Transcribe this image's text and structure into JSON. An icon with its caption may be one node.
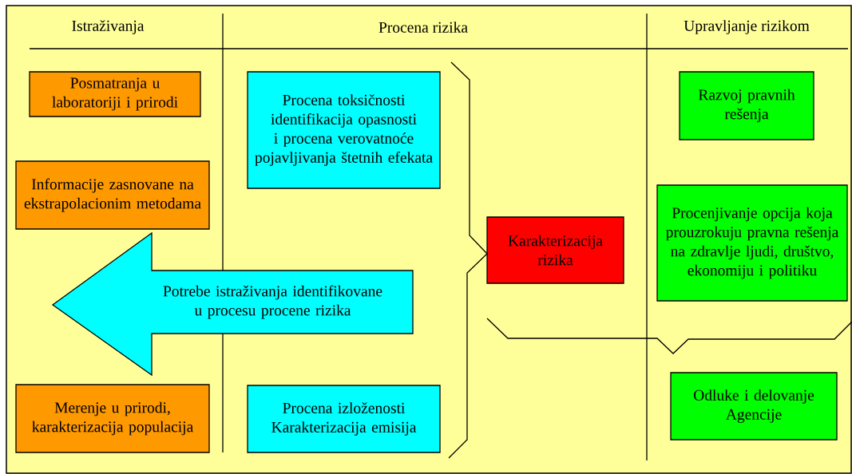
{
  "diagram": {
    "nodes": [
      {
        "text": [
          "Posmatranja u laboratoriji i prirodi"
        ]
      },
      {
        "text": [
          "Informacije zasnovane na ekstrapolacionim metodama"
        ]
      },
      {
        "text": [
          "Merenje u prirodi, karakterizacija populacija"
        ]
      },
      {
        "text": [
          "Procena toksičnosti identifikacija opasnosti i procena verovatnoće pojavljivanja štetnih efekata"
        ]
      },
      {
        "text": [
          "Procena izloženosti Karakterizacija emisija"
        ]
      },
      {
        "text": [
          "Karakterizacija rizika"
        ]
      },
      {
        "text": [
          "Razvoj pravnih rešenja"
        ]
      },
      {
        "text": [
          "Procenjivanje opcija koja prouzrokuju pravna rešenja na zdravlje ljudi, društvo, ekonomiju i politiku"
        ]
      },
      {
        "text": [
          "Odluke i delovanje Agencije"
        ]
      },
      {
        "text": [
          "Potrebe istraživanja identifikovane u procesu procene rizika"
        ]
      }
    ],
    "edges": [],
    "labels": [
      "Istraživanja",
      "Procena rizika",
      "Upravljanje rizikom"
    ]
  }
}
